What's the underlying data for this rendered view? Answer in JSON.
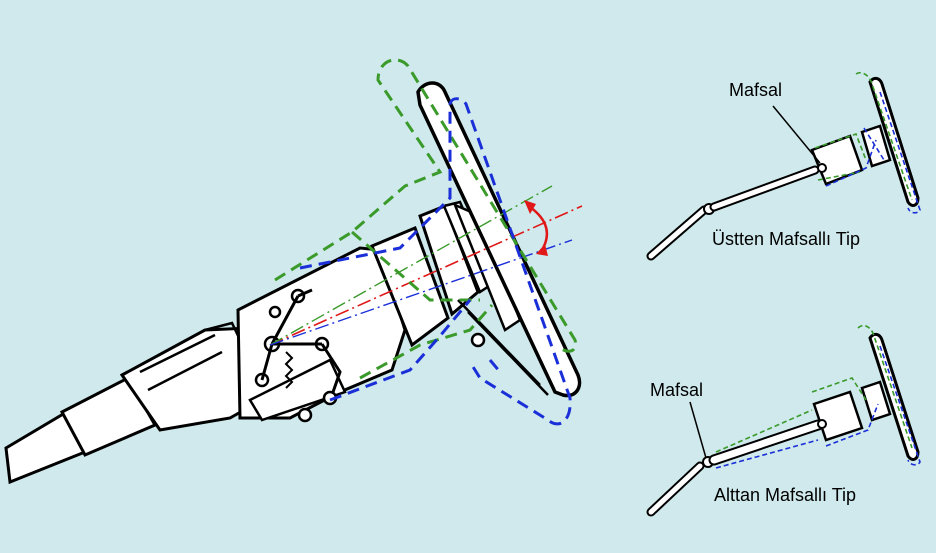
{
  "labels": {
    "top_joint": "Mafsal",
    "top_caption": "Üstten Mafsallı Tip",
    "bottom_joint": "Mafsal",
    "bottom_caption": "Alttan Mafsallı Tip"
  },
  "colors": {
    "background": "#cfe9ec",
    "arm_fill": "#ffffff",
    "outline": "#000000",
    "green_dash": "#3a9a2a",
    "blue_dash": "#1a2fd8",
    "red_axis": "#e01818",
    "red_arrow": "#e01818"
  }
}
